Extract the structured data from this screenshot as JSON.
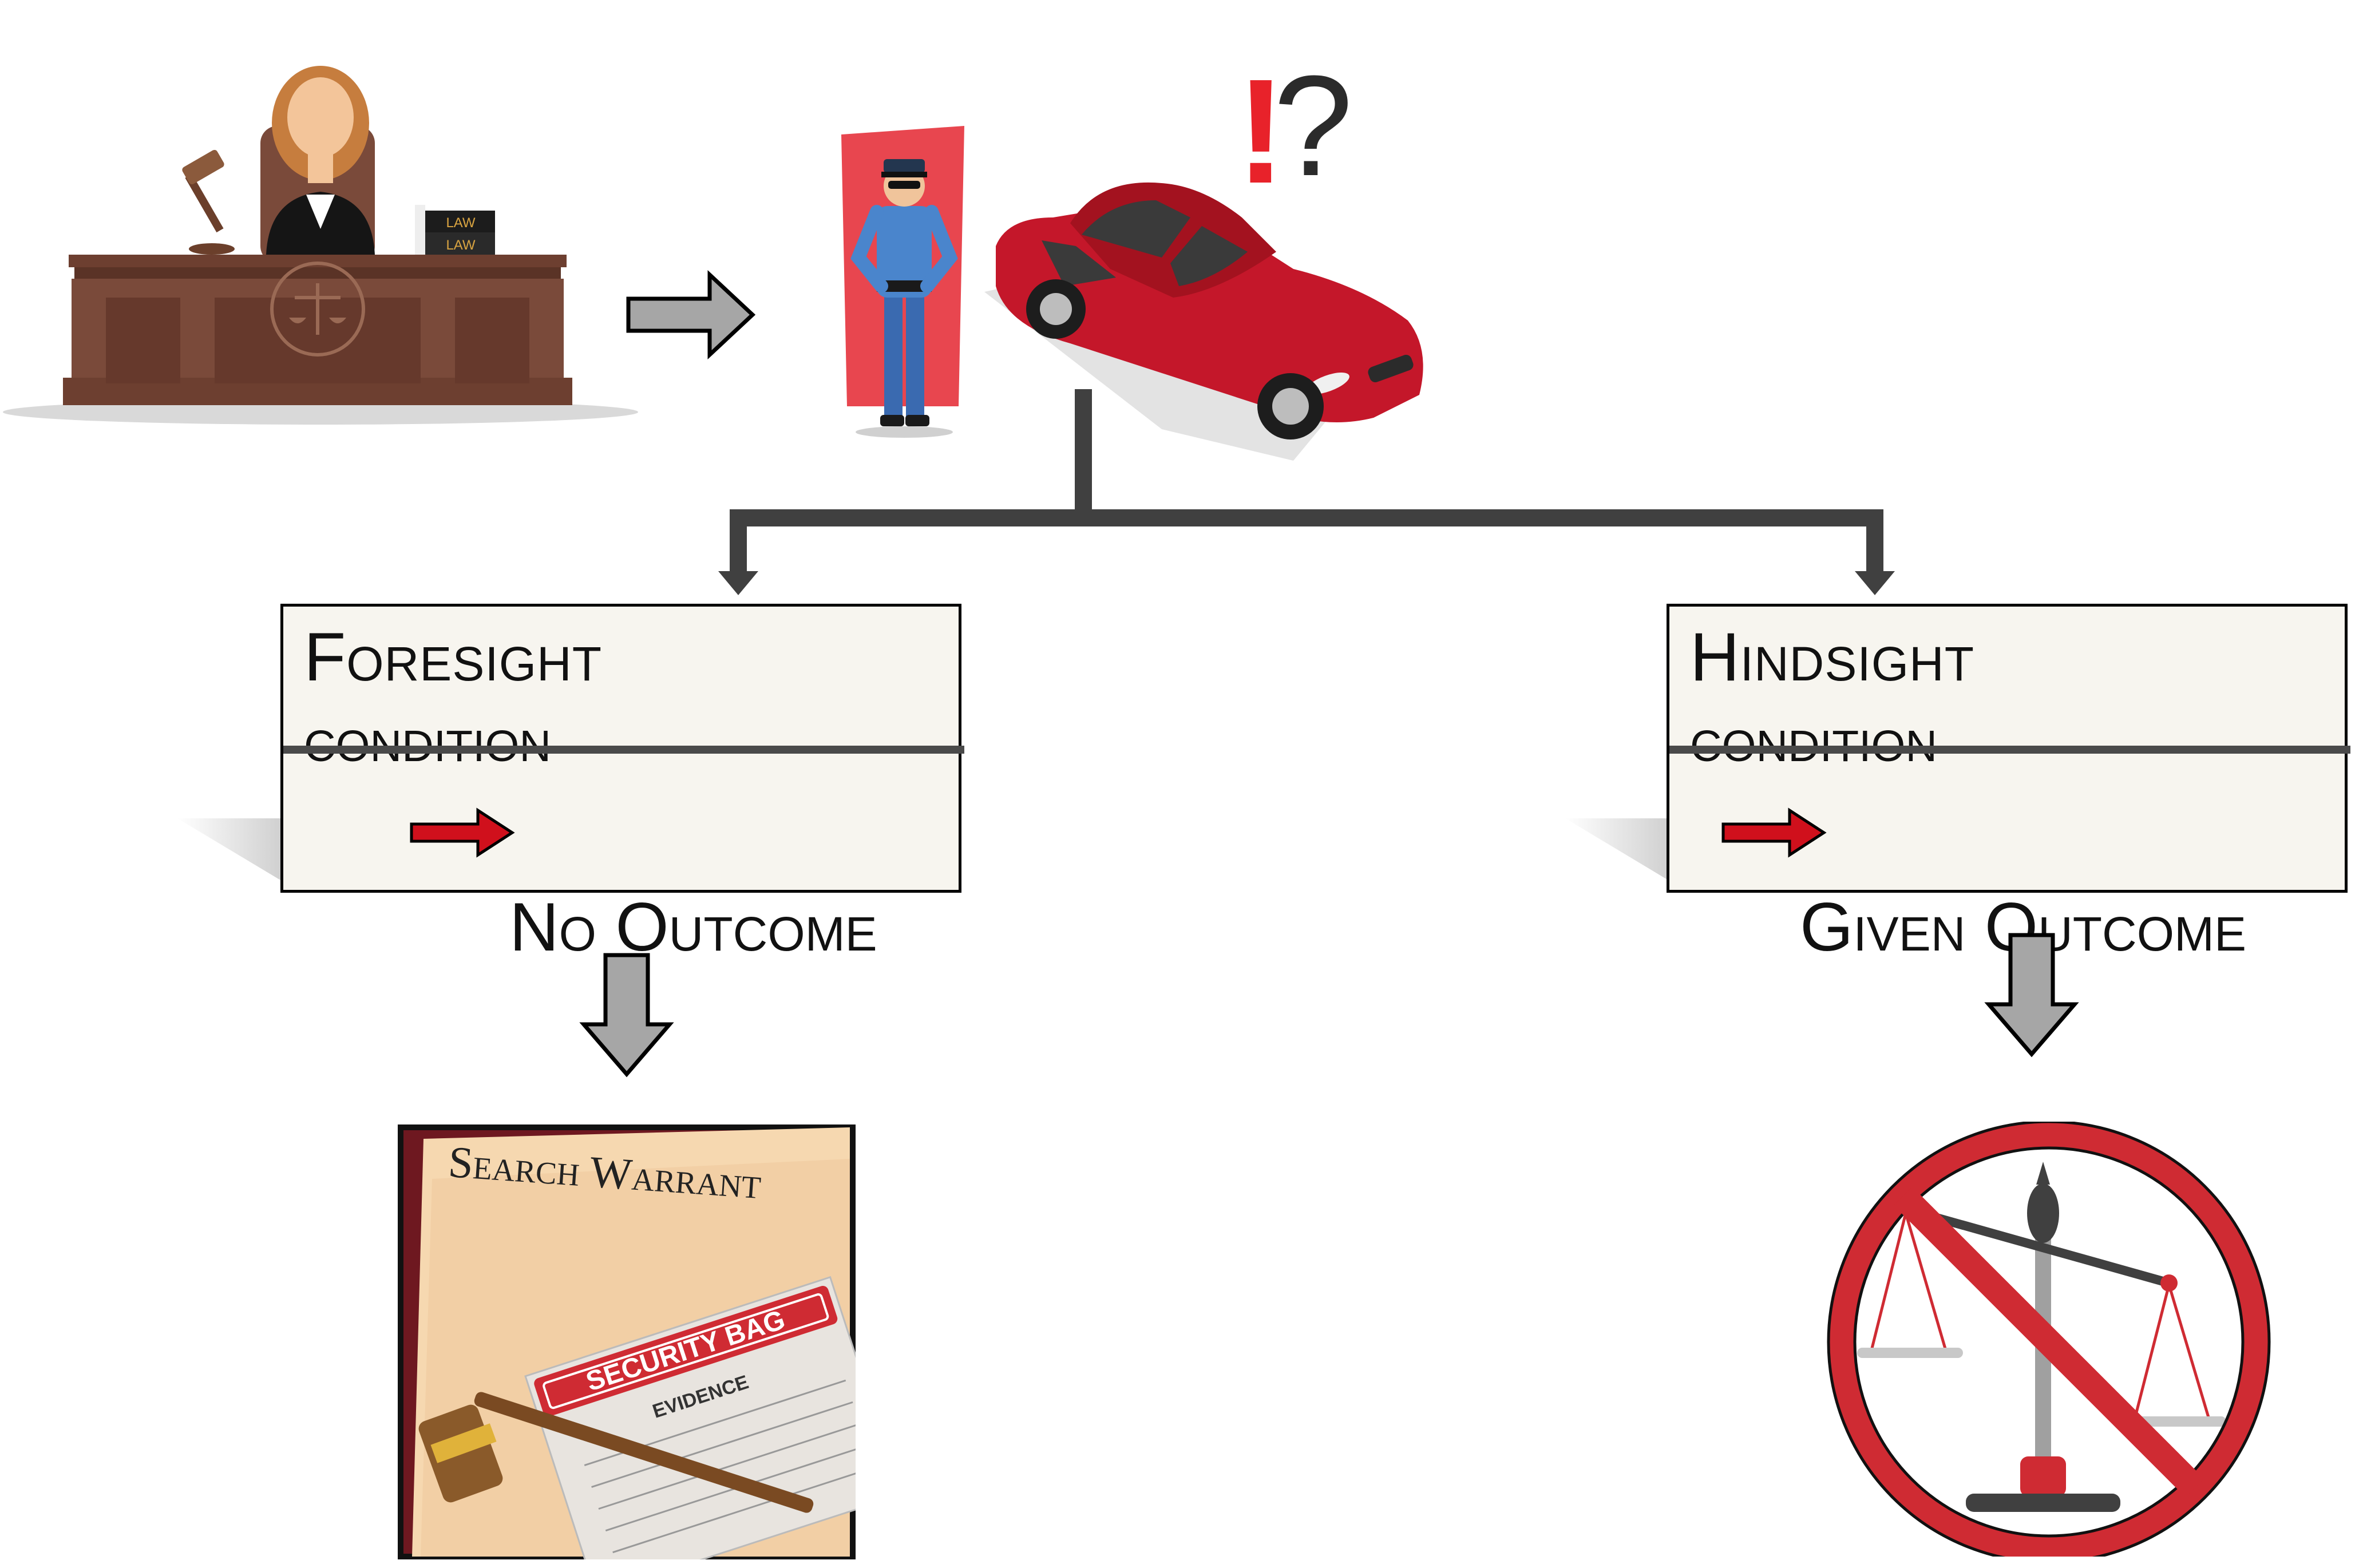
{
  "foresight": {
    "title": "Foresight",
    "subtitle": "condition",
    "outcome": "No Outcome"
  },
  "hindsight": {
    "title": "Hindsight",
    "subtitle": "condition",
    "outcome": "Given Outcome"
  },
  "judge": {
    "book_label_1": "LAW",
    "book_label_2": "LAW"
  },
  "scene": {
    "exclaim": "!",
    "question": "?"
  },
  "warrant": {
    "title": "Search Warrant",
    "bag_label": "SECURITY BAG",
    "evidence_label": "EVIDENCE"
  },
  "icons": {
    "judge": "judge-at-bench-icon",
    "police": "police-officer-icon",
    "car": "red-car-icon",
    "warrant": "search-warrant-icon",
    "no_justice": "no-justice-scales-icon"
  },
  "colors": {
    "accent_red": "#d0101c",
    "arrow_gray": "#a6a6a6",
    "connector": "#404040",
    "box_fill": "#f7f5ef"
  }
}
